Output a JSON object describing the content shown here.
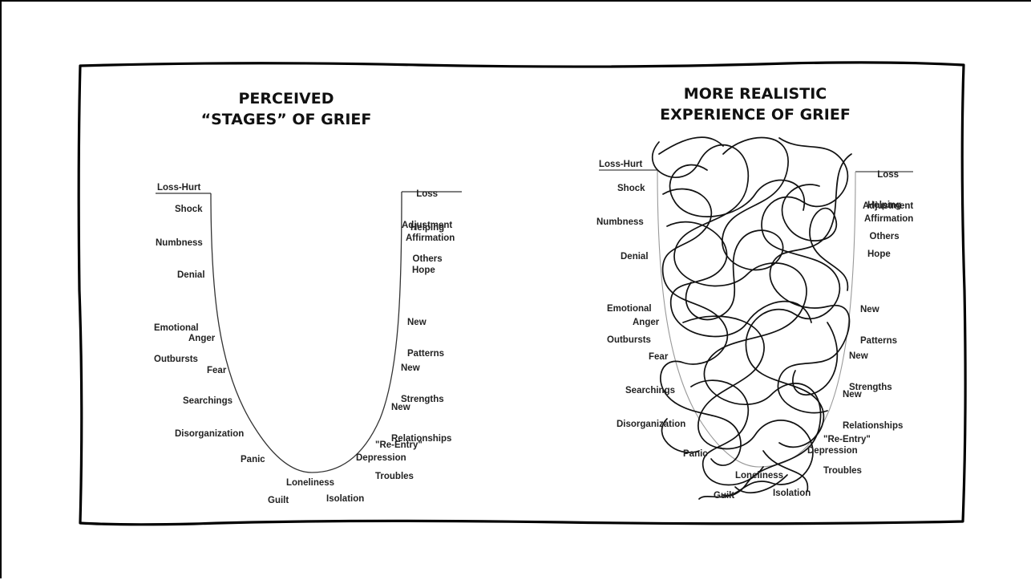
{
  "left_panel": {
    "title_line1": "PERCEIVED",
    "title_line2": "“STAGES” OF GRIEF"
  },
  "right_panel": {
    "title_line1": "MORE REALISTIC",
    "title_line2": "EXPERIENCE OF GRIEF"
  },
  "stages": {
    "loss_hurt": "Loss-Hurt",
    "shock": "Shock",
    "numbness": "Numbness",
    "denial": "Denial",
    "emotional_outbursts_1": "Emotional",
    "emotional_outbursts_2": "Outbursts",
    "anger": "Anger",
    "fear": "Fear",
    "searchings": "Searchings",
    "disorganization": "Disorganization",
    "panic": "Panic",
    "loneliness": "Loneliness",
    "guilt": "Guilt",
    "isolation": "Isolation",
    "depression": "Depression",
    "reentry_1": "\"Re-Entry\"",
    "reentry_2": "Troubles",
    "new_relationships_1": "New",
    "new_relationships_2": "Relationships",
    "new_strengths_1": "New",
    "new_strengths_2": "Strengths",
    "new_patterns_1": "New",
    "new_patterns_2": "Patterns",
    "hope": "Hope",
    "affirmation": "Affirmation",
    "helping_others_1": "Helping",
    "helping_others_2": "Others",
    "loss_adjustment_1": "Loss",
    "loss_adjustment_2": "Adjustment"
  },
  "colors": {
    "ink": "#111111",
    "curve": "#333333",
    "frame": "#000000"
  }
}
